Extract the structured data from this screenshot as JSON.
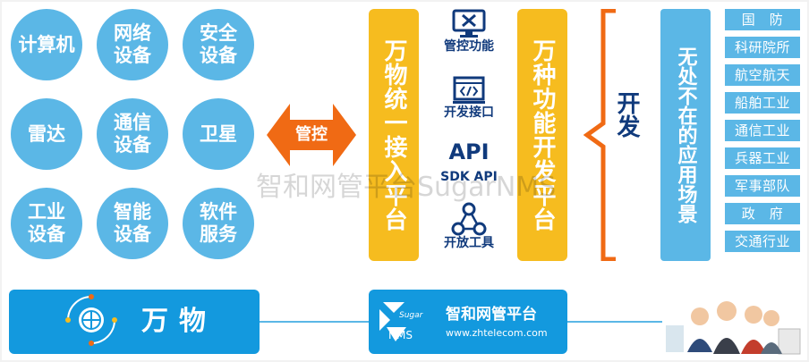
{
  "devices": [
    {
      "label": "计算机"
    },
    {
      "label": "网络\n设备"
    },
    {
      "label": "安全\n设备"
    },
    {
      "label": "雷达"
    },
    {
      "label": "通信\n设备"
    },
    {
      "label": "卫星"
    },
    {
      "label": "工业\n设备"
    },
    {
      "label": "智能\n设备"
    },
    {
      "label": "软件\n服务"
    }
  ],
  "arrow": {
    "label": "管控",
    "color": "#f06a14"
  },
  "unified_platform": {
    "label": "万物统一接入平台"
  },
  "features": {
    "management": {
      "label": "管控功能",
      "icon": "monitor-tools-icon"
    },
    "dev_interface": {
      "label": "开发接口",
      "icon": "code-window-icon"
    },
    "sdk_api": {
      "api_label": "API",
      "label": "SDK  API",
      "icon": "api-bubble-icon"
    },
    "open_tools": {
      "label": "开放工具",
      "icon": "network-nodes-icon"
    }
  },
  "function_platform": {
    "label": "万种功能开发平台"
  },
  "develop": {
    "label": "开发"
  },
  "scenarios": {
    "title": "无处不在的应用场景",
    "items": [
      "国　防",
      "科研院所",
      "航空航天",
      "船舶工业",
      "通信工业",
      "兵器工业",
      "军事部队",
      "政　府",
      "交通行业"
    ]
  },
  "bottom": {
    "wanwu": "万物",
    "nms_title": "智和网管平台",
    "nms_url": "www.zhtelecom.com",
    "logo_sugar": "Sugar",
    "logo_nms": "NMS"
  },
  "watermark": "智和网管平台SugarNMS",
  "colors": {
    "blue": "#5bb7e6",
    "deep_blue": "#1399de",
    "yellow": "#f6bc1f",
    "orange": "#f06a14",
    "navy": "#103a7c"
  }
}
